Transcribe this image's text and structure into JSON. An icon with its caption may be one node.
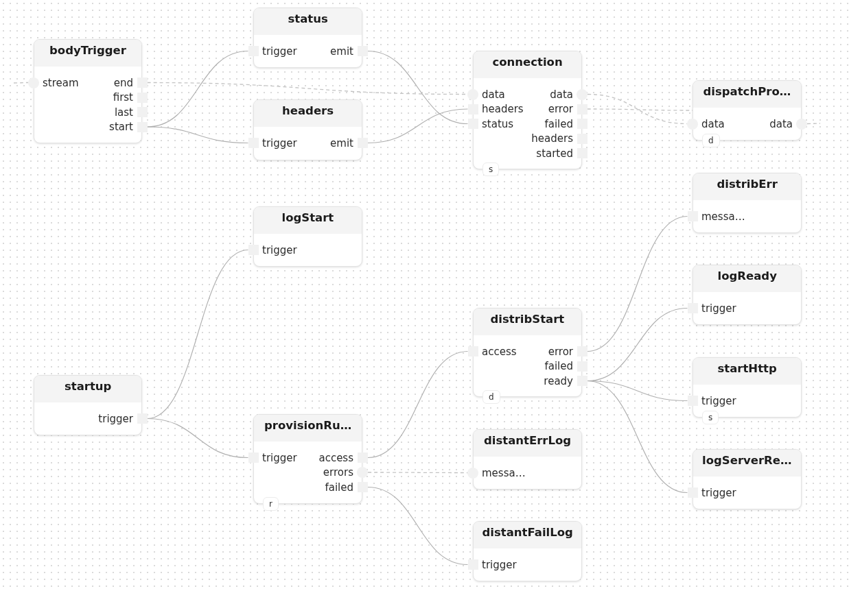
{
  "diagram": {
    "nodes": [
      {
        "text": [
          "bodyTrigger"
        ]
      },
      {
        "text": [],
        "shape": "circle",
        "in": 0,
        "beside": [
          "stream"
        ]
      },
      {
        "text": [],
        "shape": "box",
        "in": 0,
        "beside": [
          "end"
        ]
      },
      {
        "text": [],
        "shape": "box",
        "in": 0,
        "beside": [
          "first"
        ]
      },
      {
        "text": [],
        "shape": "box",
        "in": 0,
        "beside": [
          "last"
        ]
      },
      {
        "text": [],
        "shape": "box",
        "in": 0,
        "beside": [
          "start"
        ]
      },
      {
        "text": [
          "status"
        ]
      },
      {
        "text": [],
        "shape": "box",
        "in": 6,
        "beside": [
          "trigger"
        ]
      },
      {
        "text": [],
        "shape": "box",
        "in": 6,
        "beside": [
          "emit"
        ]
      },
      {
        "text": [
          "headers"
        ]
      },
      {
        "text": [],
        "shape": "box",
        "in": 9,
        "beside": [
          "trigger"
        ]
      },
      {
        "text": [],
        "shape": "box",
        "in": 9,
        "beside": [
          "emit"
        ]
      },
      {
        "text": [
          "connection"
        ],
        "beside": [
          "s"
        ]
      },
      {
        "text": [],
        "shape": "circle",
        "in": 12,
        "beside": [
          "data"
        ]
      },
      {
        "text": [],
        "shape": "box",
        "in": 12,
        "beside": [
          "headers"
        ]
      },
      {
        "text": [],
        "shape": "box",
        "in": 12,
        "beside": [
          "status"
        ]
      },
      {
        "text": [],
        "shape": "circle",
        "in": 12,
        "beside": [
          "data"
        ]
      },
      {
        "text": [],
        "shape": "box",
        "in": 12,
        "beside": [
          "error"
        ]
      },
      {
        "text": [],
        "shape": "box",
        "in": 12,
        "beside": [
          "failed"
        ]
      },
      {
        "text": [],
        "shape": "box",
        "in": 12,
        "beside": [
          "headers"
        ]
      },
      {
        "text": [],
        "shape": "box",
        "in": 12,
        "beside": [
          "started"
        ]
      },
      {
        "text": [
          "dispatchPro…"
        ],
        "beside": [
          "d"
        ]
      },
      {
        "text": [],
        "shape": "circle",
        "in": 21,
        "beside": [
          "data"
        ]
      },
      {
        "text": [],
        "shape": "circle",
        "in": 21,
        "beside": [
          "data"
        ]
      },
      {
        "text": [
          "distribErr"
        ]
      },
      {
        "text": [],
        "shape": "box",
        "in": 24,
        "beside": [
          "messa…"
        ]
      },
      {
        "text": [
          "logStart"
        ]
      },
      {
        "text": [],
        "shape": "box",
        "in": 26,
        "beside": [
          "trigger"
        ]
      },
      {
        "text": [
          "logReady"
        ]
      },
      {
        "text": [],
        "shape": "box",
        "in": 28,
        "beside": [
          "trigger"
        ]
      },
      {
        "text": [
          "distribStart"
        ],
        "beside": [
          "d"
        ]
      },
      {
        "text": [],
        "shape": "box",
        "in": 30,
        "beside": [
          "access"
        ]
      },
      {
        "text": [],
        "shape": "box",
        "in": 30,
        "beside": [
          "error"
        ]
      },
      {
        "text": [],
        "shape": "box",
        "in": 30,
        "beside": [
          "failed"
        ]
      },
      {
        "text": [],
        "shape": "box",
        "in": 30,
        "beside": [
          "ready"
        ]
      },
      {
        "text": [
          "startHttp"
        ],
        "beside": [
          "s"
        ]
      },
      {
        "text": [],
        "shape": "box",
        "in": 35,
        "beside": [
          "trigger"
        ]
      },
      {
        "text": [
          "startup"
        ]
      },
      {
        "text": [],
        "shape": "box",
        "in": 37,
        "beside": [
          "trigger"
        ]
      },
      {
        "text": [
          "provisionRu…"
        ],
        "beside": [
          "r"
        ]
      },
      {
        "text": [],
        "shape": "box",
        "in": 39,
        "beside": [
          "trigger"
        ]
      },
      {
        "text": [],
        "shape": "box",
        "in": 39,
        "beside": [
          "access"
        ]
      },
      {
        "text": [],
        "shape": "circle",
        "in": 39,
        "beside": [
          "errors"
        ]
      },
      {
        "text": [],
        "shape": "box",
        "in": 39,
        "beside": [
          "failed"
        ]
      },
      {
        "text": [
          "distantErrLog"
        ]
      },
      {
        "text": [],
        "shape": "circle",
        "in": 44,
        "beside": [
          "messa…"
        ]
      },
      {
        "text": [
          "logServerRe…"
        ]
      },
      {
        "text": [],
        "shape": "box",
        "in": 46,
        "beside": [
          "trigger"
        ]
      },
      {
        "text": [
          "distantFailLog"
        ]
      },
      {
        "text": [],
        "shape": "box",
        "in": 48,
        "beside": [
          "trigger"
        ]
      }
    ],
    "edges": [
      {
        "from": null,
        "to": 1,
        "arrow": "none",
        "style": "dashed"
      },
      {
        "from": 2,
        "to": 13,
        "arrow": "none",
        "style": "dashed"
      },
      {
        "from": 5,
        "to": 7,
        "arrow": "none"
      },
      {
        "from": 5,
        "to": 10,
        "arrow": "none"
      },
      {
        "from": 8,
        "to": 15,
        "arrow": "none"
      },
      {
        "from": 11,
        "to": 14,
        "arrow": "none"
      },
      {
        "from": 16,
        "to": 22,
        "arrow": "none",
        "style": "dashed"
      },
      {
        "from": 17,
        "to": 21,
        "arrow": "none",
        "style": "dashed"
      },
      {
        "from": 23,
        "to": null,
        "arrow": "none",
        "style": "dashed"
      },
      {
        "from": 38,
        "to": 27,
        "arrow": "none"
      },
      {
        "from": 38,
        "to": 40,
        "arrow": "none"
      },
      {
        "from": 41,
        "to": 31,
        "arrow": "none"
      },
      {
        "from": 42,
        "to": 45,
        "arrow": "none",
        "style": "dashed"
      },
      {
        "from": 43,
        "to": 49,
        "arrow": "none"
      },
      {
        "from": 32,
        "to": 25,
        "arrow": "none"
      },
      {
        "from": 34,
        "to": 29,
        "arrow": "none"
      },
      {
        "from": 34,
        "to": 36,
        "arrow": "none"
      },
      {
        "from": 34,
        "to": 47,
        "arrow": "none"
      }
    ]
  }
}
